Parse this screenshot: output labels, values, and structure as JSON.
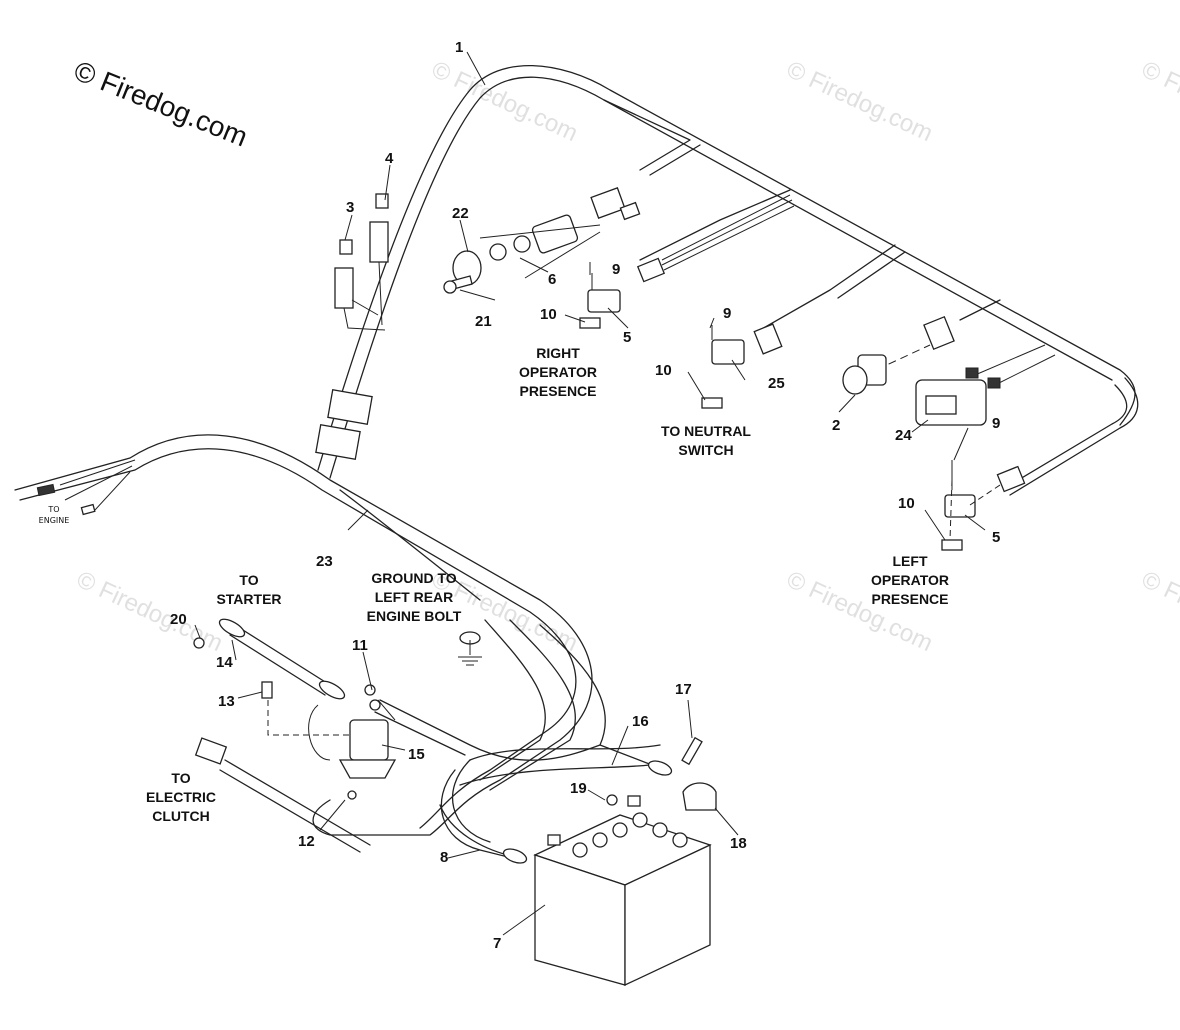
{
  "copyright": "© Firedog.com",
  "watermark": "© Firedog.com",
  "callouts": {
    "c1": "1",
    "c2": "2",
    "c3": "3",
    "c4": "4",
    "c5a": "5",
    "c5b": "5",
    "c6": "6",
    "c7": "7",
    "c8": "8",
    "c9a": "9",
    "c9b": "9",
    "c9c": "9",
    "c10a": "10",
    "c10b": "10",
    "c10c": "10",
    "c11": "11",
    "c12": "12",
    "c13": "13",
    "c14": "14",
    "c15": "15",
    "c16": "16",
    "c17": "17",
    "c18": "18",
    "c19": "19",
    "c20": "20",
    "c21": "21",
    "c22": "22",
    "c23": "23",
    "c24": "24",
    "c25": "25"
  },
  "labels": {
    "right_operator": [
      "RIGHT",
      "OPERATOR",
      "PRESENCE"
    ],
    "neutral": [
      "TO NEUTRAL",
      "SWITCH"
    ],
    "left_operator": [
      "LEFT",
      "OPERATOR",
      "PRESENCE"
    ],
    "starter": [
      "TO",
      "STARTER"
    ],
    "ground": [
      "GROUND TO",
      "LEFT REAR",
      "ENGINE BOLT"
    ],
    "clutch": [
      "TO",
      "ELECTRIC",
      "CLUTCH"
    ],
    "engine": [
      "TO",
      "ENGINE"
    ]
  }
}
